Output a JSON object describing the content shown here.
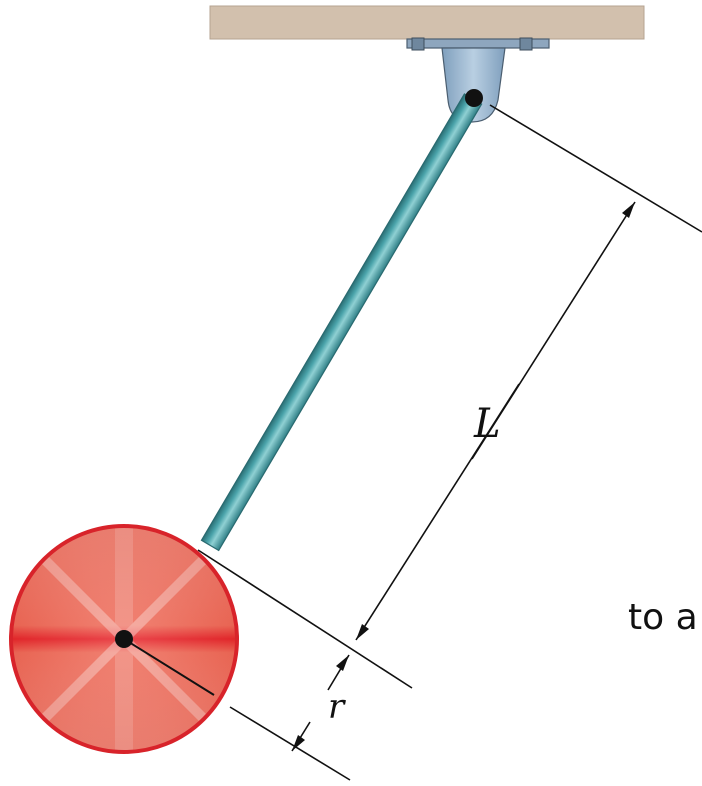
{
  "diagram": {
    "labels": {
      "length": "L",
      "radius": "r"
    },
    "caption_fragment": "to a",
    "colors": {
      "ceiling": "#d2c0ad",
      "bracket": "#9bb6cf",
      "rod": "#3f9aa2",
      "disk": "#e8503d",
      "disk_rim": "#d8232a",
      "pin": "#111111"
    }
  }
}
